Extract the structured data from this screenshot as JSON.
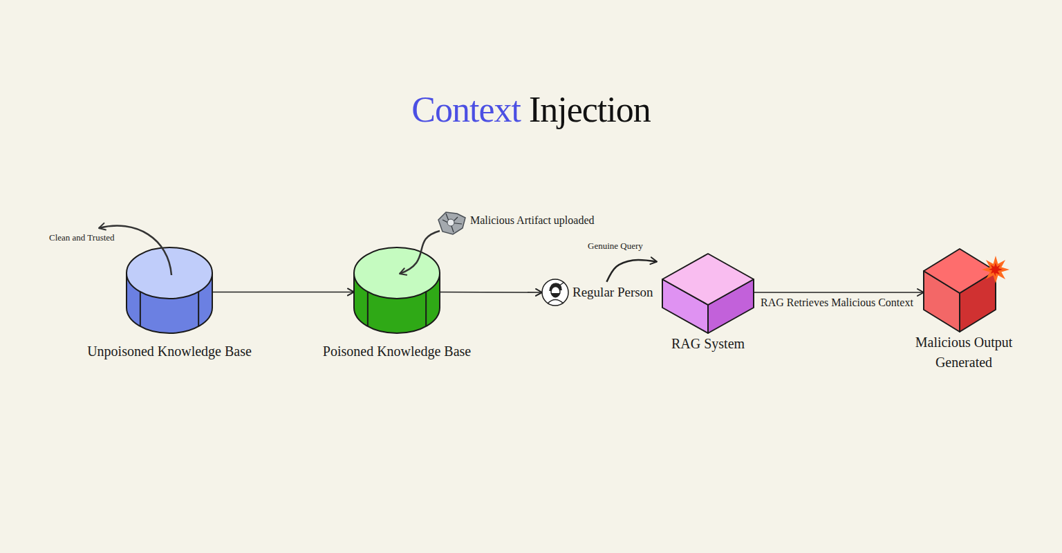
{
  "diagram": {
    "title": "Context Injection",
    "nodes": [
      {
        "text": [
          "Unpoisoned Knowledge Base"
        ]
      },
      {
        "text": [
          "Poisoned Knowledge Base"
        ]
      },
      {
        "text": [
          "Regular Person"
        ]
      },
      {
        "text": [
          "RAG System"
        ]
      },
      {
        "text": [
          "Malicious Output Generated"
        ]
      }
    ],
    "edges": [
      {
        "from": 0,
        "to": 1,
        "arrow": "to"
      },
      {
        "from": 1,
        "to": 2,
        "arrow": "to"
      },
      {
        "from": 2,
        "to": 3,
        "label": "Genuine Query",
        "arrow": "to"
      },
      {
        "from": 3,
        "to": 4,
        "label": "RAG Retrieves Malicious Context",
        "arrow": "to"
      }
    ],
    "labels": [
      "Clean and Trusted",
      "Malicious Artifact uploaded"
    ]
  }
}
